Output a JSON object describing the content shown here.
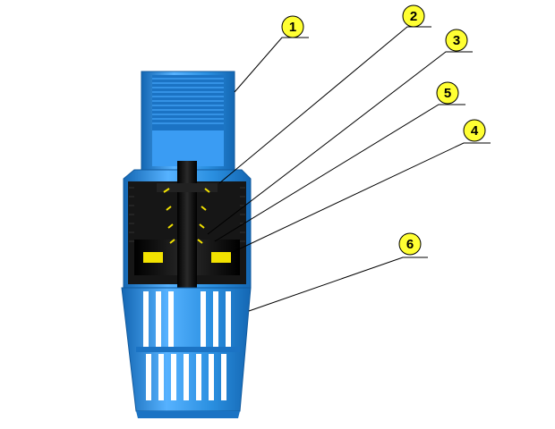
{
  "colors": {
    "body_blue": "#2a8fe0",
    "body_blue_light": "#56b2ff",
    "body_blue_dark": "#1467b3",
    "internal_black": "#111111",
    "spring_yellow": "#f2e200",
    "callout_fill": "#ffff33",
    "leader_line": "#000000"
  },
  "callouts": [
    {
      "id": "c1",
      "label": "1"
    },
    {
      "id": "c2",
      "label": "2"
    },
    {
      "id": "c3",
      "label": "3"
    },
    {
      "id": "c5",
      "label": "5"
    },
    {
      "id": "c4",
      "label": "4"
    },
    {
      "id": "c6",
      "label": "6"
    }
  ]
}
